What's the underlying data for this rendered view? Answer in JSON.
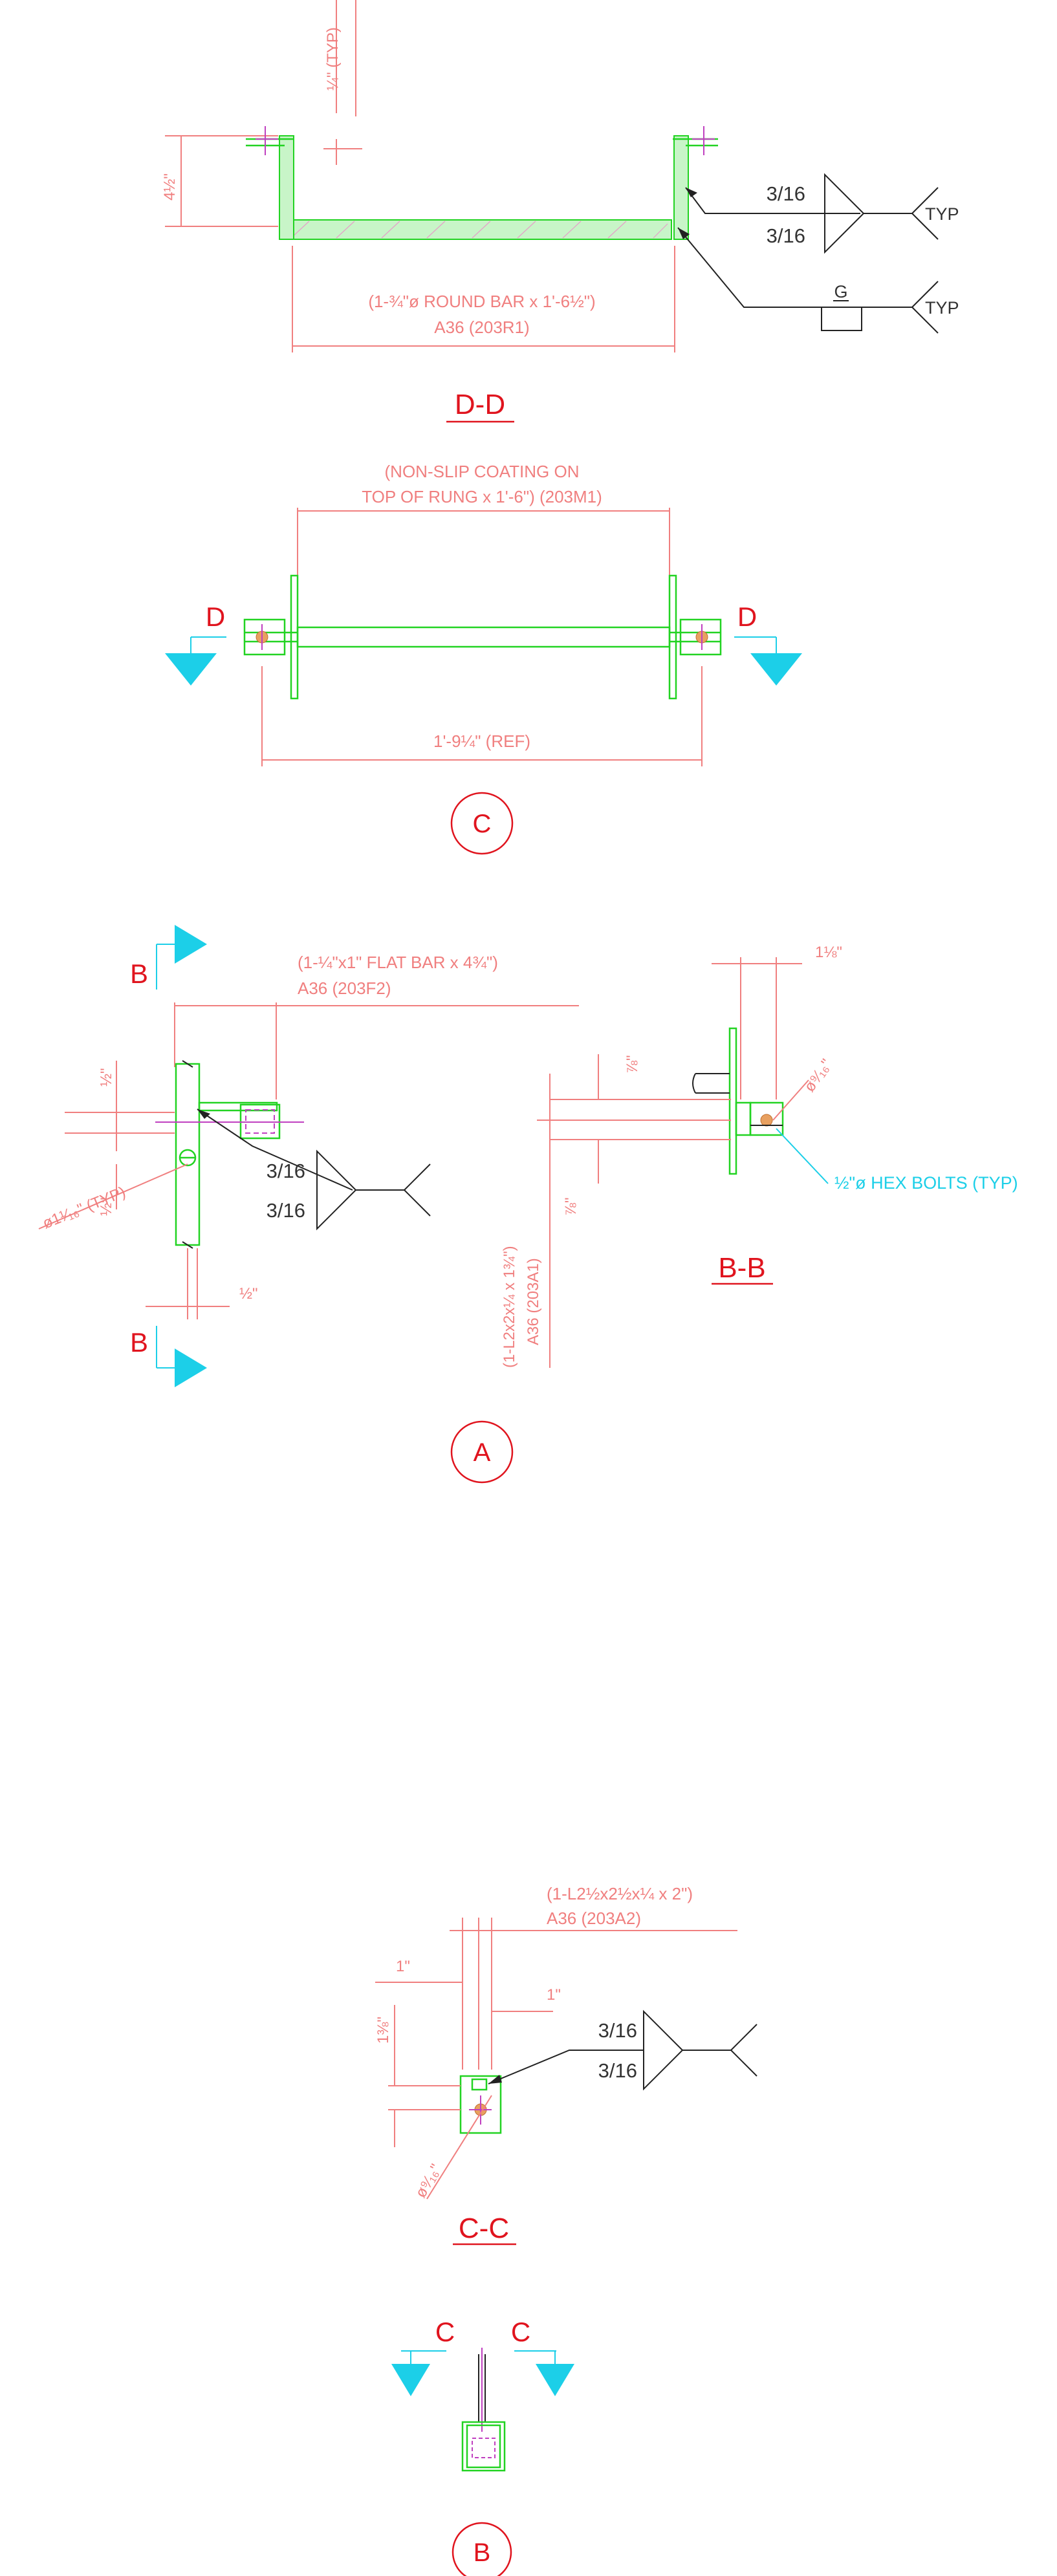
{
  "colors": {
    "dimension": "#f07f7f",
    "part_outline": "#22d322",
    "section_marker": "#1ccfe8",
    "title_text": "#e0141e",
    "weld_symbol": "#222222"
  },
  "view_dd": {
    "title": "D-D",
    "dim_typ": "¼\" (TYP)",
    "dim_height": "4½\"",
    "part_label_line1": "(1-¾\"ø ROUND BAR x 1'-6½\")",
    "part_label_line2": "A36 (203R1)",
    "weld1_top": "3/16",
    "weld1_bottom": "3/16",
    "weld1_tail": "TYP",
    "weld2_field": "G",
    "weld2_tail": "TYP"
  },
  "view_c": {
    "bubble": "C",
    "coating_line1": "(NON-SLIP COATING ON",
    "coating_line2": "TOP OF RUNG x 1'-6\") (203M1)",
    "dim_length": "1'-9¼\" (REF)",
    "section_left": "D",
    "section_right": "D"
  },
  "view_a": {
    "bubble": "A",
    "section_top": "B",
    "section_bottom": "B",
    "part_label_line1": "(1-¼\"x1\" FLAT BAR x 4¾\")",
    "part_label_line2": "A36 (203F2)",
    "dim_half_top": "½\"",
    "dim_half_left": "½\"",
    "dim_half_bottom": "½\"",
    "hole_dim": "ø1¹⁄₁₆\" (TYP)",
    "weld_top": "3/16",
    "weld_bottom": "3/16"
  },
  "view_bb": {
    "title": "B-B",
    "dim_top": "1⅛\"",
    "dim_7_8_top": "⅞\"",
    "dim_7_8_bottom": "⅞\"",
    "hole_dim": "ø⁹⁄₁₆\"",
    "angle_label_line1": "(1-L2x2x¼ x 1¾\")",
    "angle_label_line2": "A36 (203A1)",
    "bolt_note": "½\"ø HEX BOLTS (TYP)"
  },
  "view_cc": {
    "title": "C-C",
    "angle_label_line1": "(1-L2½x2½x¼ x 2\")",
    "angle_label_line2": "A36 (203A2)",
    "dim_1_left": "1\"",
    "dim_1_right": "1\"",
    "dim_vert": "1⅜\"",
    "hole_dim": "ø⁹⁄₁₆\"",
    "weld_top": "3/16",
    "weld_bottom": "3/16"
  },
  "view_b": {
    "bubble": "B",
    "section_left": "C",
    "section_right": "C"
  }
}
